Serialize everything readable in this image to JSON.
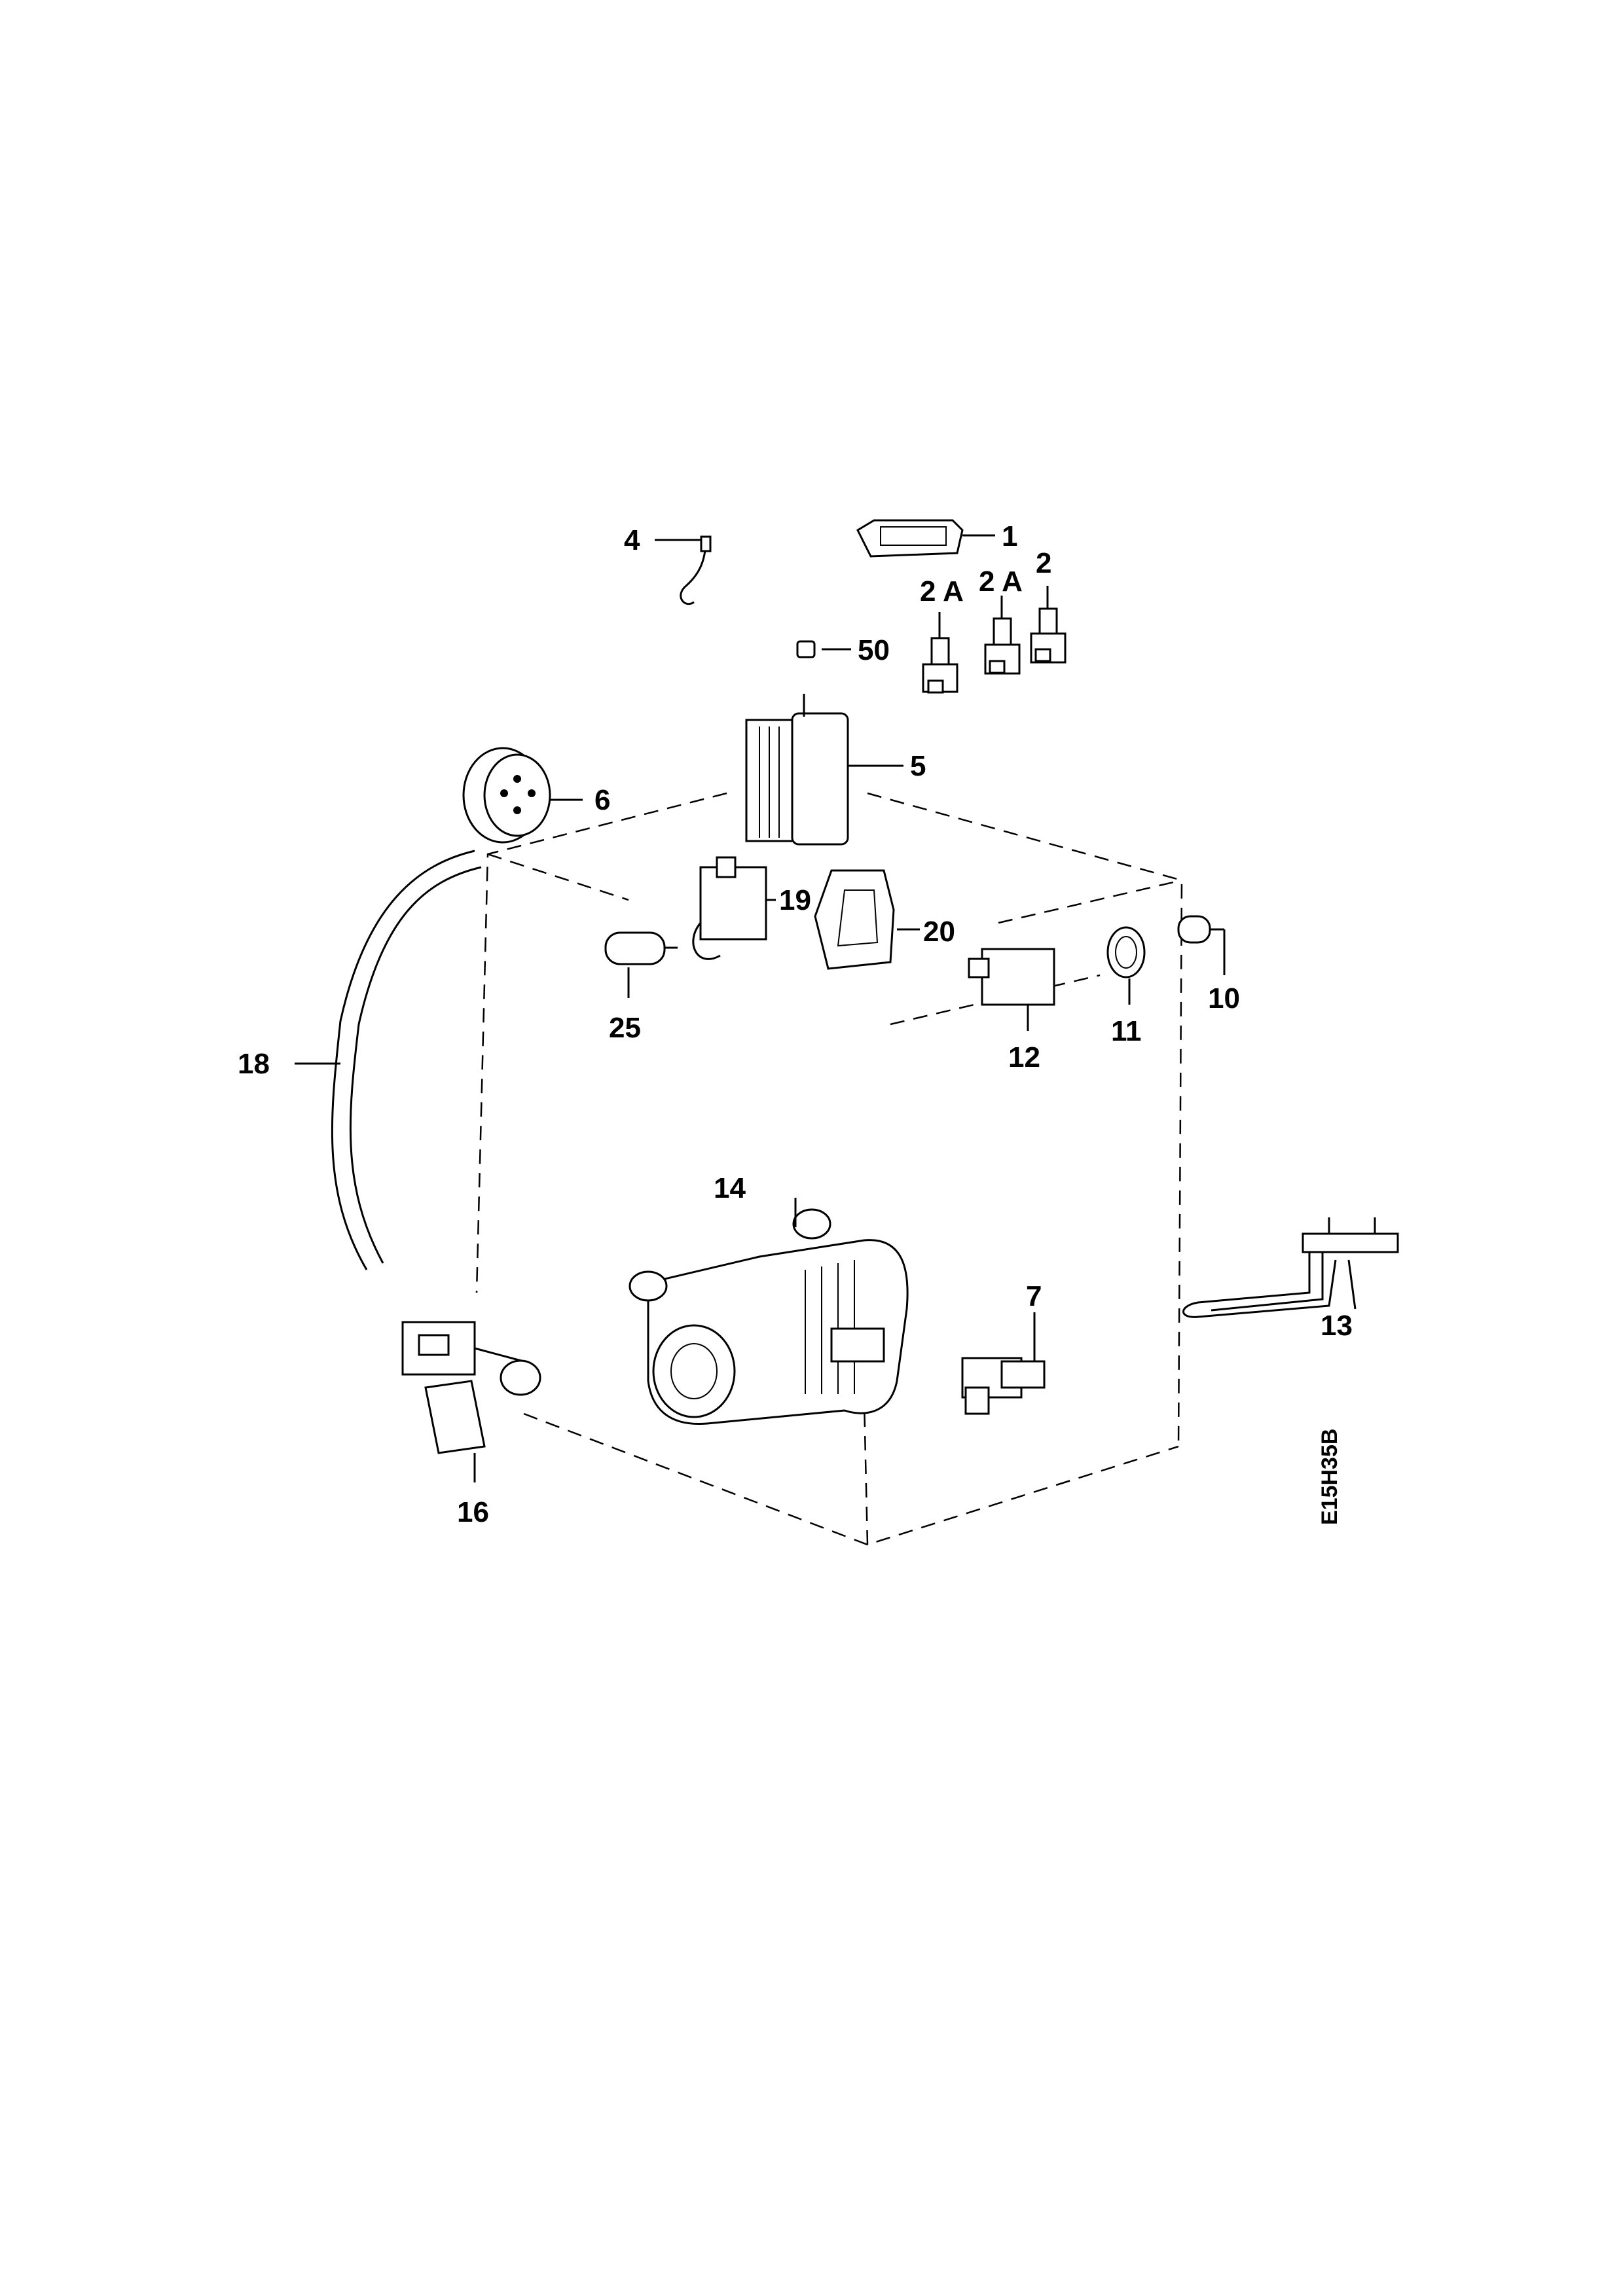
{
  "drawing_ref": "E15H35B",
  "parts": [
    {
      "id": "p1",
      "label": "1"
    },
    {
      "id": "p2",
      "label": "2"
    },
    {
      "id": "p2a_1",
      "label": "2 A"
    },
    {
      "id": "p2a_2",
      "label": "2 A"
    },
    {
      "id": "p4",
      "label": "4"
    },
    {
      "id": "p5",
      "label": "5"
    },
    {
      "id": "p6",
      "label": "6"
    },
    {
      "id": "p7",
      "label": "7"
    },
    {
      "id": "p10",
      "label": "10"
    },
    {
      "id": "p11",
      "label": "11"
    },
    {
      "id": "p12",
      "label": "12"
    },
    {
      "id": "p13",
      "label": "13"
    },
    {
      "id": "p14",
      "label": "14"
    },
    {
      "id": "p16",
      "label": "16"
    },
    {
      "id": "p18",
      "label": "18"
    },
    {
      "id": "p19",
      "label": "19"
    },
    {
      "id": "p20",
      "label": "20"
    },
    {
      "id": "p25",
      "label": "25"
    },
    {
      "id": "p50",
      "label": "50"
    }
  ]
}
